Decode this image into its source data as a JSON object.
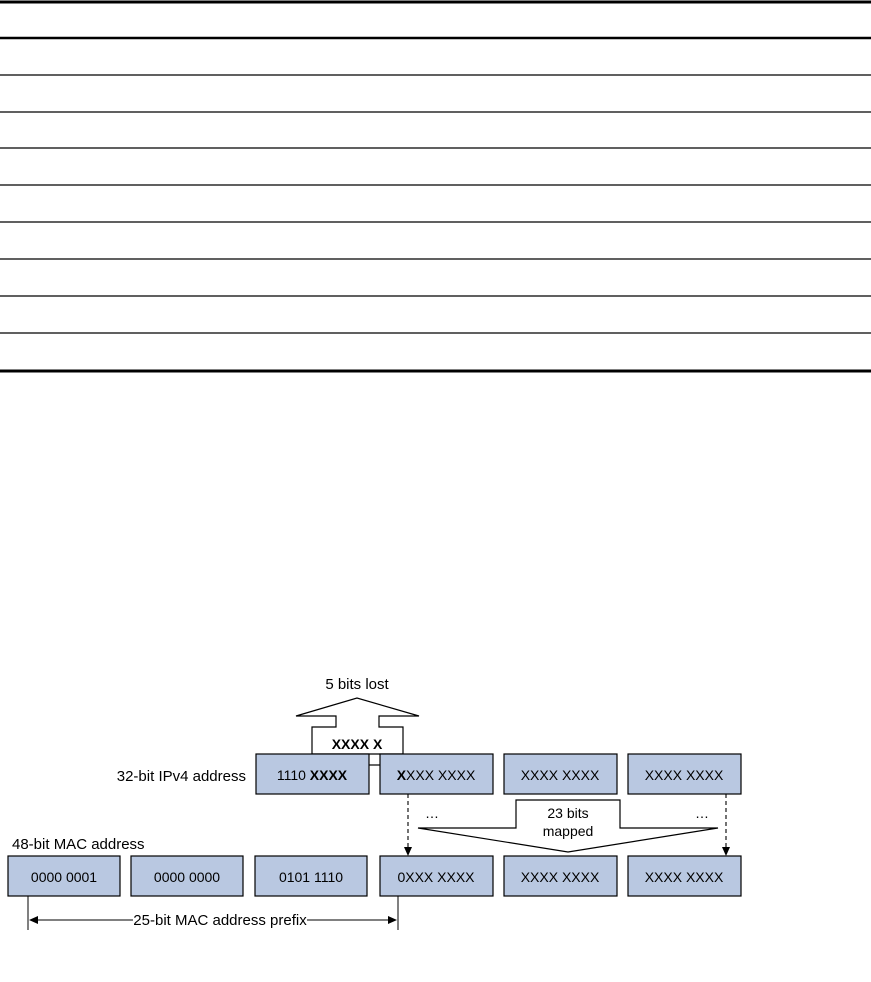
{
  "table": {
    "rows": 9
  },
  "diagram": {
    "lost_label": "5 bits lost",
    "lost_bits": "XXXX X",
    "ipv4_label": "32-bit IPv4 address",
    "ipv4_bytes": [
      {
        "plain": "1110 ",
        "bold": "XXXX",
        "rest": ""
      },
      {
        "plain": "",
        "bold": "X",
        "rest": "XXX XXXX"
      },
      {
        "plain": "XXXX XXXX",
        "bold": "",
        "rest": ""
      },
      {
        "plain": "XXXX XXXX",
        "bold": "",
        "rest": ""
      }
    ],
    "ellipsis_left": "…",
    "ellipsis_right": "…",
    "mapped_line1": "23 bits",
    "mapped_line2": "mapped",
    "mac_label": "48-bit MAC address",
    "mac_bytes": [
      "0000 0001",
      "0000 0000",
      "0101 1110",
      "0XXX XXXX",
      "XXXX XXXX",
      "XXXX XXXX"
    ],
    "prefix_label": "25-bit MAC address prefix",
    "colors": {
      "box_fill": "#b9c8e1",
      "line": "#000000"
    }
  }
}
